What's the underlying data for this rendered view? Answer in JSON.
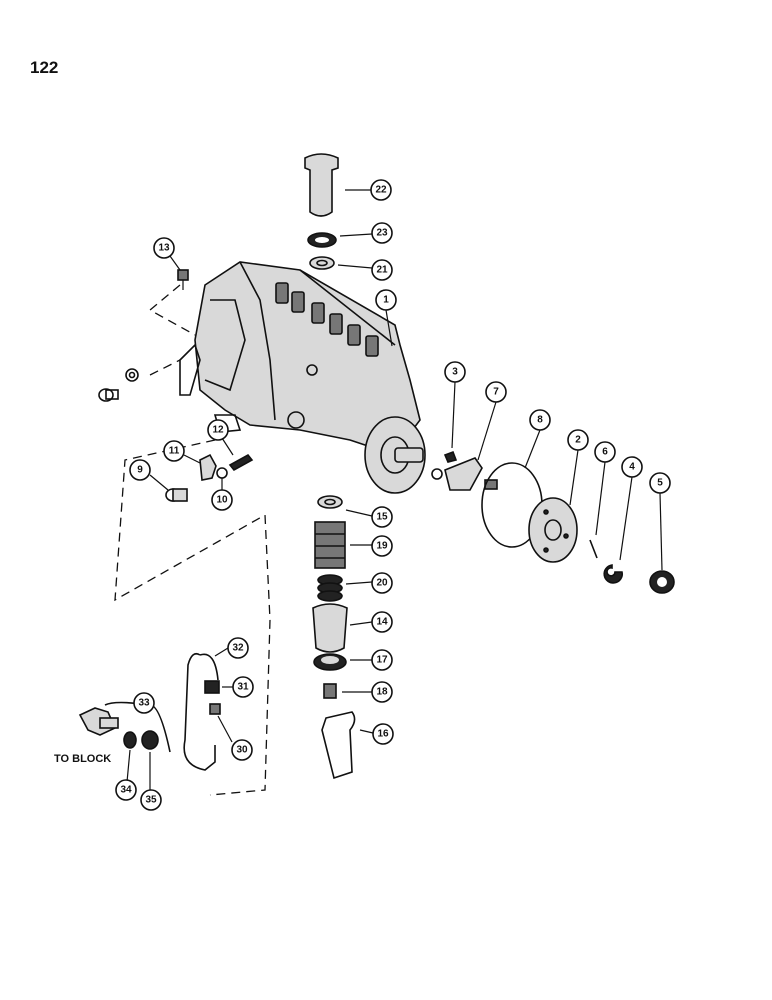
{
  "page": {
    "number": "122"
  },
  "note": {
    "to_block": "TO BLOCK"
  },
  "callouts": {
    "c1": "1",
    "c2": "2",
    "c3": "3",
    "c4": "4",
    "c5": "5",
    "c6": "6",
    "c7": "7",
    "c8": "8",
    "c9": "9",
    "c10": "10",
    "c11": "11",
    "c12": "12",
    "c13": "13",
    "c14": "14",
    "c15": "15",
    "c16": "16",
    "c17": "17",
    "c18": "18",
    "c19": "19",
    "c20": "20",
    "c21": "21",
    "c22": "22",
    "c23": "23",
    "c30": "30",
    "c31": "31",
    "c32": "32",
    "c33": "33",
    "c34": "34",
    "c35": "35"
  }
}
